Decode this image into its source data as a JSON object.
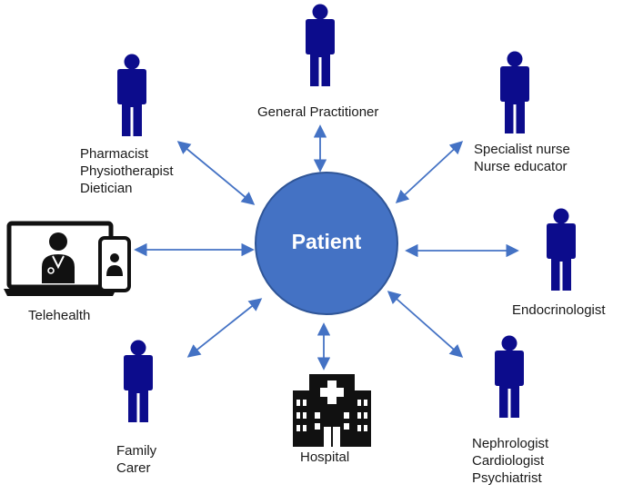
{
  "center": {
    "label": "Patient"
  },
  "nodes": [
    {
      "id": "general-practitioner",
      "lines": [
        "General Practitioner"
      ],
      "icon": "person-icon"
    },
    {
      "id": "pharmacist-group",
      "lines": [
        "Pharmacist",
        "Physiotherapist",
        "Dietician"
      ],
      "icon": "person-icon"
    },
    {
      "id": "specialist-nurse-group",
      "lines": [
        "Specialist nurse",
        "Nurse educator"
      ],
      "icon": "person-icon"
    },
    {
      "id": "telehealth",
      "lines": [
        "Telehealth"
      ],
      "icon": "laptop-phone-icon"
    },
    {
      "id": "endocrinologist",
      "lines": [
        "Endocrinologist"
      ],
      "icon": "person-icon"
    },
    {
      "id": "family-carer",
      "lines": [
        "Family",
        "Carer"
      ],
      "icon": "person-icon"
    },
    {
      "id": "hospital",
      "lines": [
        "Hospital"
      ],
      "icon": "hospital-icon"
    },
    {
      "id": "nephrologist-group",
      "lines": [
        "Nephrologist",
        "Cardiologist",
        "Psychiatrist"
      ],
      "icon": "person-icon"
    }
  ],
  "colors": {
    "center_fill": "#4472C4",
    "center_stroke": "#2F5597",
    "person": "#0C0C8C",
    "arrow": "#4472C4",
    "device": "#111111"
  }
}
